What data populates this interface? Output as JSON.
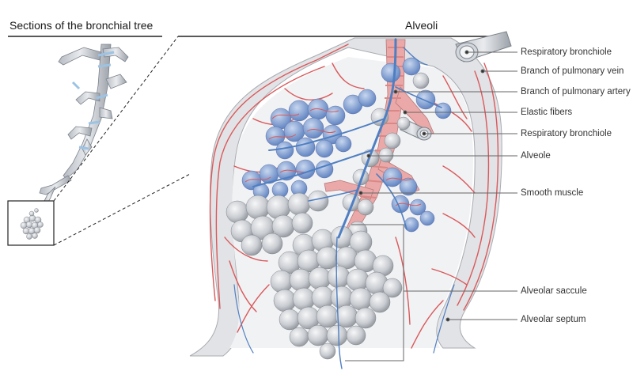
{
  "titles": {
    "left": "Sections of the bronchial tree",
    "right": "Alveoli"
  },
  "labels": [
    "Respiratory bronchiole",
    "Branch of pulmonary vein",
    "Branch of pulmonary artery",
    "Elastic fibers",
    "Respiratory bronchiole",
    "Alveole",
    "Smooth muscle",
    "Alveolar saccule",
    "Alveolar septum"
  ],
  "colors": {
    "vein_red": "#d9595b",
    "artery_blue": "#4f7fc2",
    "alveolus_gray": "#cfd2d6",
    "tissue_gray": "#e6e7ea",
    "line": "#555555"
  }
}
